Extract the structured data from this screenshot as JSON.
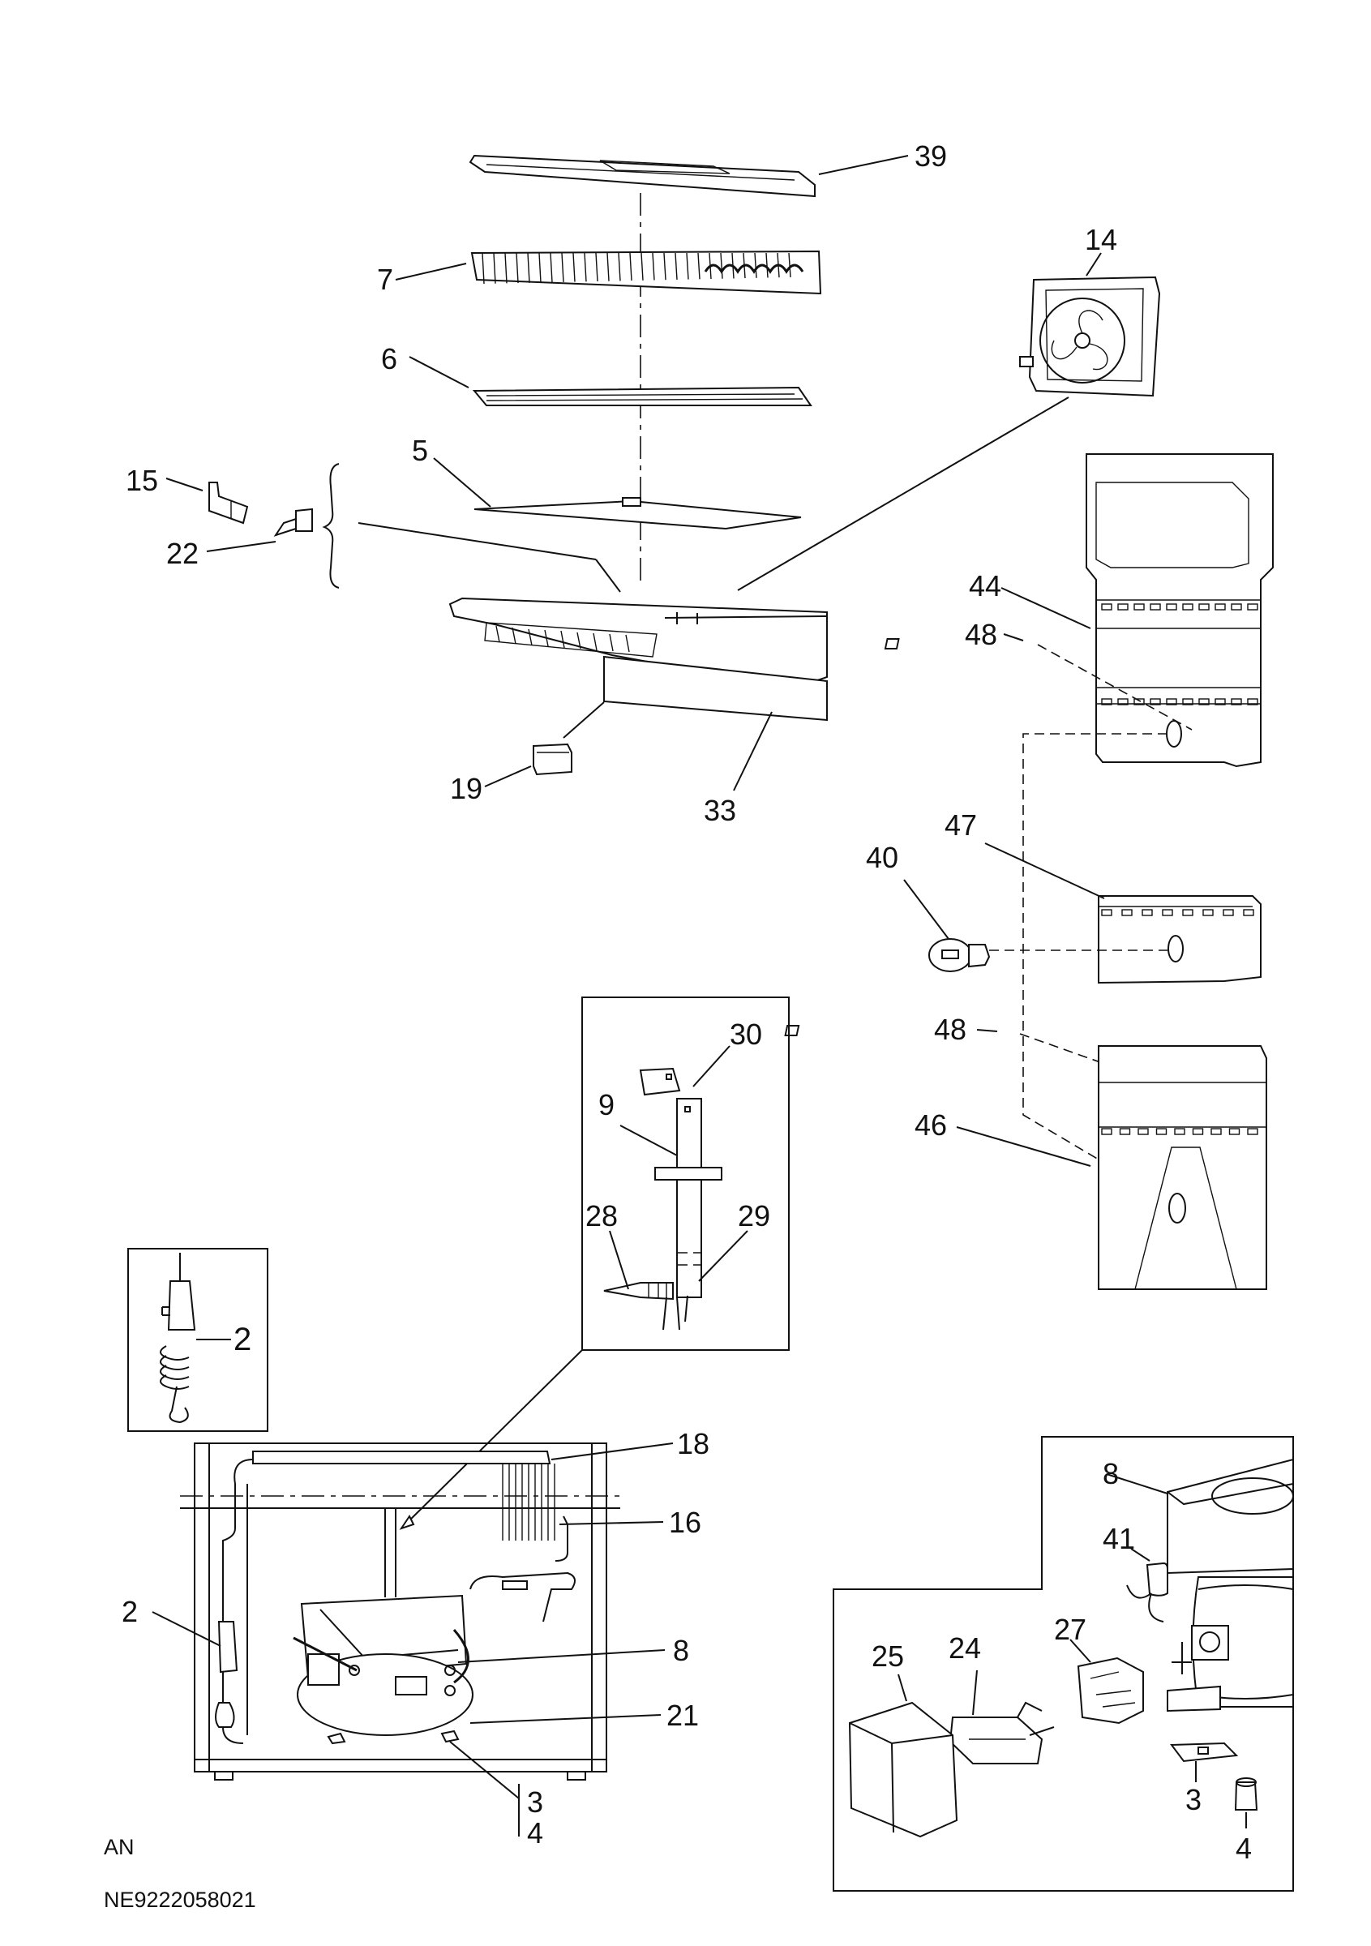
{
  "callouts": {
    "c39": "39",
    "c7": "7",
    "c14": "14",
    "c6": "6",
    "c5": "5",
    "c15": "15",
    "c22": "22",
    "c44": "44",
    "c48a": "48",
    "c19": "19",
    "c33": "33",
    "c40": "40",
    "c47": "47",
    "c48b": "48",
    "c30": "30",
    "c9": "9",
    "c46": "46",
    "c28": "28",
    "c29": "29",
    "c2a": "2",
    "c18": "18",
    "c16": "16",
    "c2b": "2",
    "c8a": "8",
    "c21": "21",
    "c3a": "3",
    "c4a": "4",
    "c8b": "8",
    "c41": "41",
    "c25": "25",
    "c24": "24",
    "c27": "27",
    "c3b": "3",
    "c4b": "4"
  },
  "footer": {
    "region": "AN",
    "drawing_code": "NE9222058021"
  }
}
